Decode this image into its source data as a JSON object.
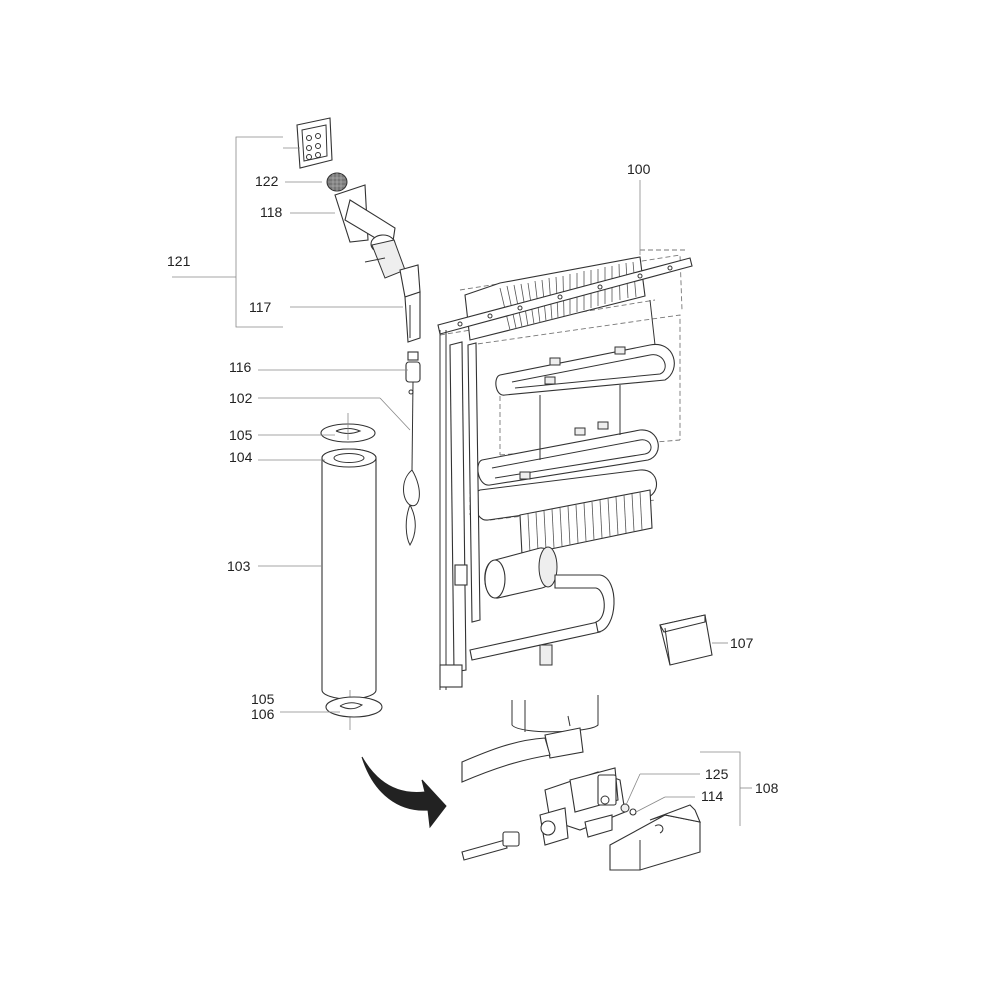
{
  "diagram": {
    "labels": {
      "l100": "100",
      "l102": "102",
      "l103": "103",
      "l104": "104",
      "l105a": "105",
      "l105b": "105",
      "l106": "106",
      "l107": "107",
      "l108": "108",
      "l114": "114",
      "l116": "116",
      "l117": "117",
      "l118": "118",
      "l121": "121",
      "l122": "122",
      "l125": "125"
    }
  }
}
